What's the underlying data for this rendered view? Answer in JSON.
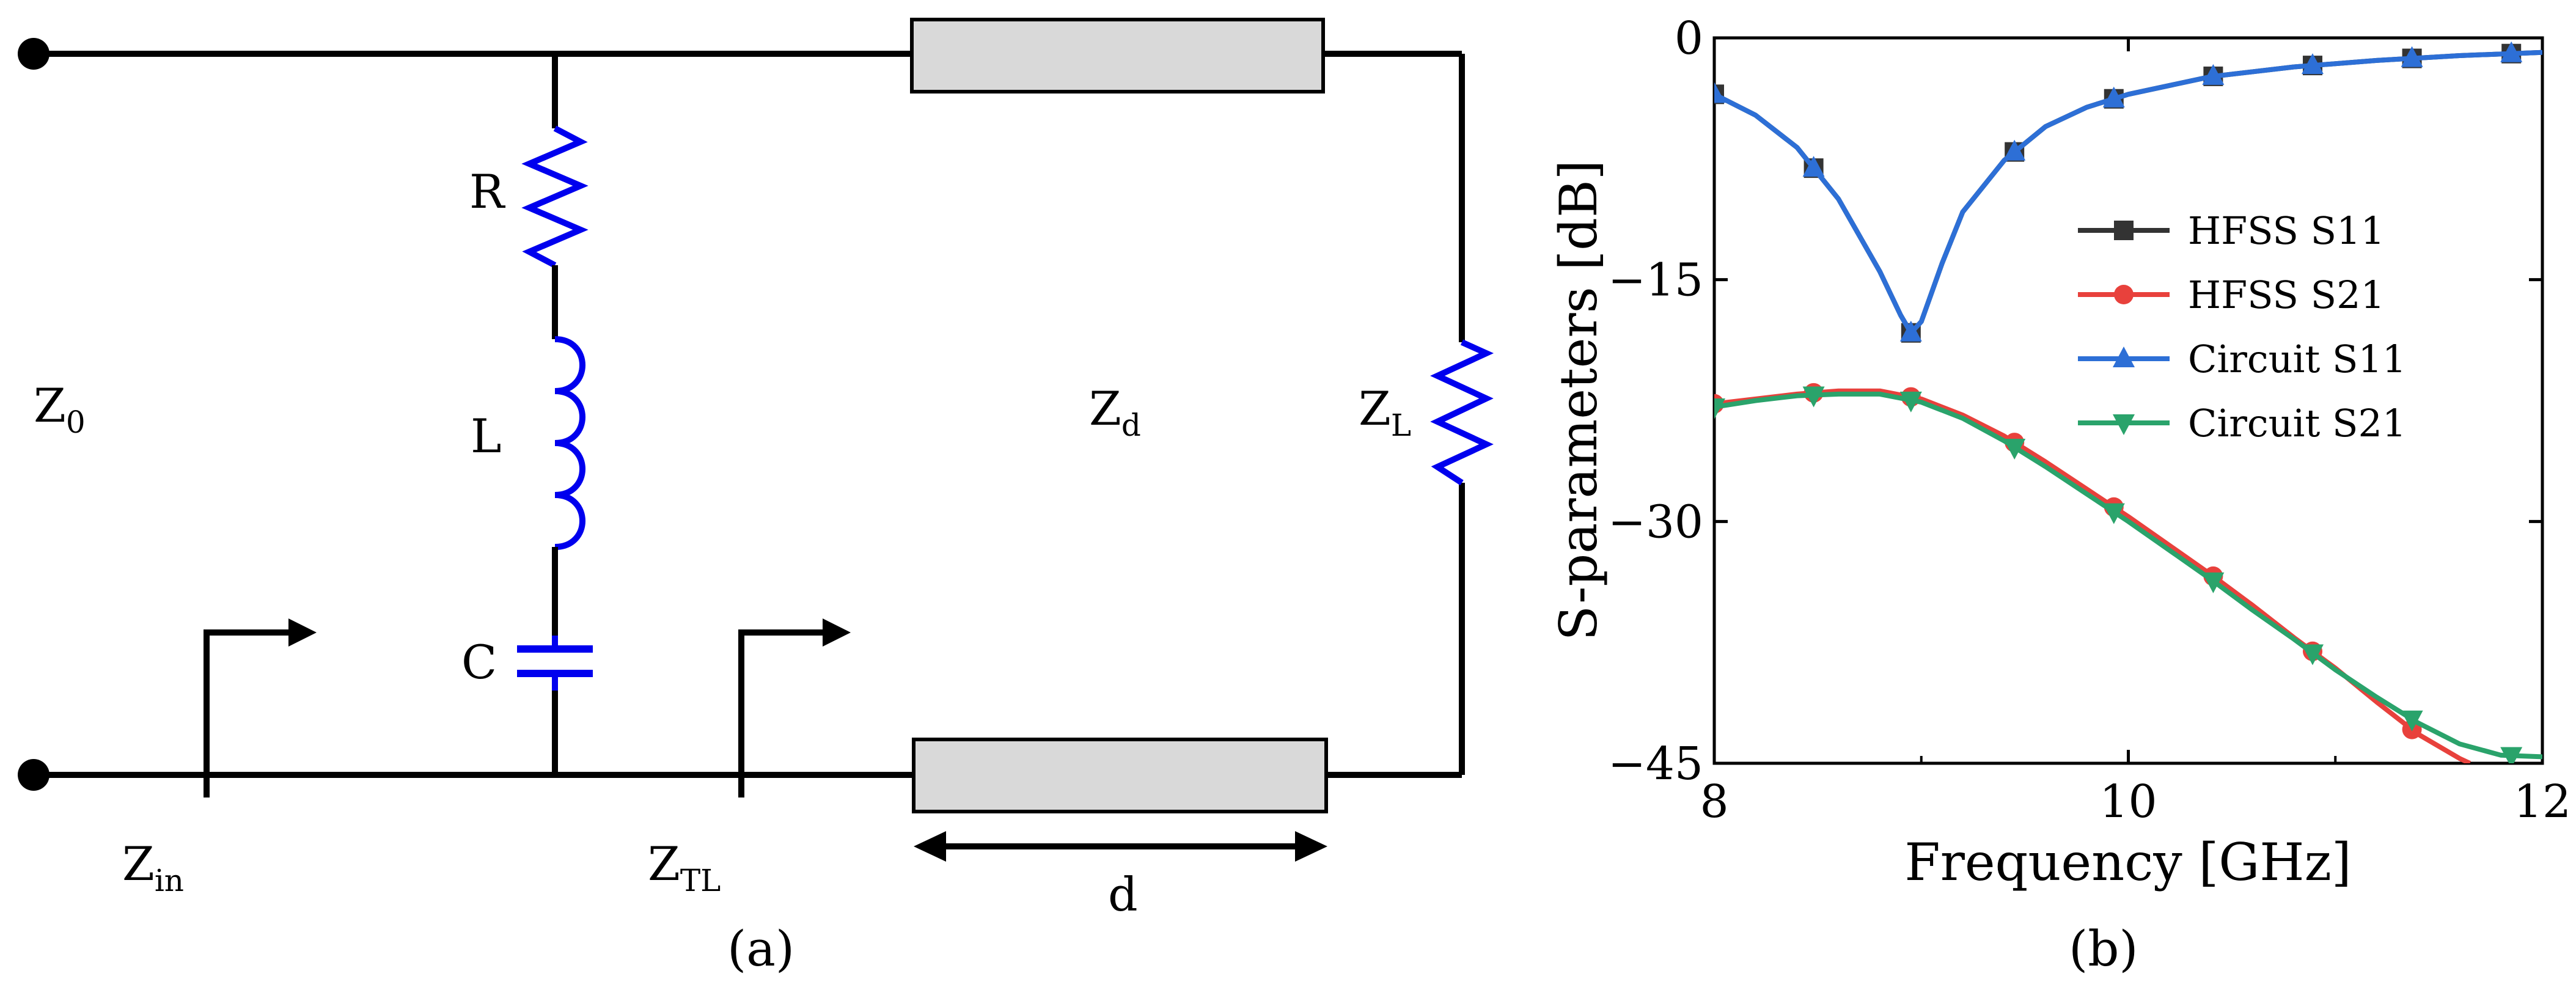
{
  "figure_a": {
    "caption": "(a)",
    "labels": {
      "z0": {
        "main": "Z",
        "sub": "0"
      },
      "r": "R",
      "l": "L",
      "c": "C",
      "zd": {
        "main": "Z",
        "sub": "d"
      },
      "zl": {
        "main": "Z",
        "sub": "L"
      },
      "zin": {
        "main": "Z",
        "sub": "in"
      },
      "ztl": {
        "main": "Z",
        "sub": "TL"
      },
      "d": "d"
    },
    "colors": {
      "wire": "#000000",
      "component": "#0000ee",
      "line_fill": "#d9d9d9"
    }
  },
  "figure_b": {
    "caption": "(b)",
    "chart_data": {
      "type": "line",
      "xlabel": "Frequency [GHz]",
      "ylabel": "S-parameters [dB]",
      "xlim": [
        8,
        12
      ],
      "ylim": [
        -45,
        0
      ],
      "xticks": [
        8,
        10,
        12
      ],
      "yticks": [
        0,
        -15,
        -30,
        -45
      ],
      "ytick_labels": [
        "0",
        "−15",
        "−30",
        "−45"
      ],
      "legend_position": "right",
      "series": [
        {
          "name": "HFSS S11",
          "color": "#333333",
          "marker": "square",
          "x": [
            8,
            8.2,
            8.4,
            8.6,
            8.8,
            8.9,
            8.95,
            9.0,
            9.1,
            9.2,
            9.4,
            9.6,
            9.8,
            10.0,
            10.4,
            10.8,
            11.2,
            11.6,
            12.0
          ],
          "y": [
            -3.5,
            -4.8,
            -6.8,
            -10.0,
            -14.5,
            -17.2,
            -18.3,
            -17.6,
            -14.0,
            -10.8,
            -7.6,
            -5.5,
            -4.3,
            -3.5,
            -2.4,
            -1.8,
            -1.4,
            -1.1,
            -0.9
          ],
          "marker_x": [
            8,
            8.48,
            8.95,
            9.45,
            9.93,
            10.41,
            10.89,
            11.37,
            11.85
          ]
        },
        {
          "name": "HFSS S21",
          "color": "#e8413c",
          "marker": "circle",
          "x": [
            8,
            8.2,
            8.4,
            8.6,
            8.8,
            9.0,
            9.2,
            9.4,
            9.6,
            9.8,
            10.0,
            10.2,
            10.4,
            10.6,
            10.8,
            11.0,
            11.2,
            11.4,
            11.6,
            11.65
          ],
          "y": [
            -22.7,
            -22.4,
            -22.1,
            -21.9,
            -21.9,
            -22.4,
            -23.4,
            -24.7,
            -26.3,
            -28.0,
            -29.7,
            -31.5,
            -33.3,
            -35.2,
            -37.2,
            -39.1,
            -41.2,
            -43.2,
            -44.7,
            -45.0
          ],
          "marker_x": [
            8,
            8.48,
            8.95,
            9.45,
            9.93,
            10.41,
            10.89,
            11.37
          ]
        },
        {
          "name": "Circuit S11",
          "color": "#2d6fd6",
          "marker": "triangle-up",
          "x": [
            8,
            8.2,
            8.4,
            8.6,
            8.8,
            8.9,
            8.95,
            9.0,
            9.1,
            9.2,
            9.4,
            9.6,
            9.8,
            10.0,
            10.4,
            10.8,
            11.2,
            11.6,
            12.0
          ],
          "y": [
            -3.5,
            -4.8,
            -6.8,
            -10.0,
            -14.5,
            -17.2,
            -18.3,
            -17.6,
            -14.0,
            -10.8,
            -7.6,
            -5.5,
            -4.3,
            -3.5,
            -2.4,
            -1.8,
            -1.4,
            -1.1,
            -0.9
          ],
          "marker_x": [
            8,
            8.48,
            8.95,
            9.45,
            9.93,
            10.41,
            10.89,
            11.37,
            11.85
          ]
        },
        {
          "name": "Circuit S21",
          "color": "#2aa36b",
          "marker": "triangle-down",
          "x": [
            8,
            8.2,
            8.4,
            8.6,
            8.8,
            9.0,
            9.2,
            9.4,
            9.6,
            9.8,
            10.0,
            10.2,
            10.4,
            10.6,
            10.8,
            11.0,
            11.2,
            11.4,
            11.6,
            11.8,
            12.0
          ],
          "y": [
            -22.9,
            -22.5,
            -22.2,
            -22.1,
            -22.1,
            -22.6,
            -23.6,
            -25.0,
            -26.6,
            -28.3,
            -30.0,
            -31.8,
            -33.6,
            -35.5,
            -37.3,
            -39.2,
            -40.9,
            -42.5,
            -43.8,
            -44.5,
            -44.6
          ],
          "marker_x": [
            8,
            8.48,
            8.95,
            9.45,
            9.93,
            10.41,
            10.89,
            11.37,
            11.85
          ]
        }
      ]
    }
  }
}
